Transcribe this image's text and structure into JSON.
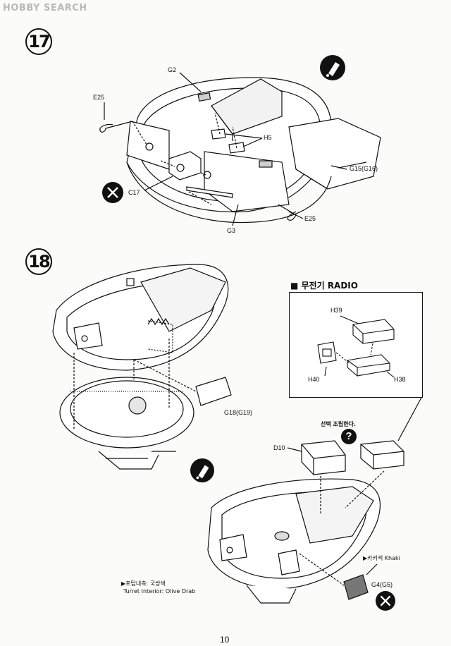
{
  "watermark": "HOBBY SEARCH",
  "step17": {
    "number": "17",
    "labels": {
      "g2": "G2",
      "e25_top": "E25",
      "h5": "H5",
      "g15": "G15(G16)",
      "c17": "C17",
      "e25_bottom": "E25",
      "g3": "G3"
    }
  },
  "step18": {
    "number": "18",
    "labels": {
      "g18": "G18(G19)",
      "d10": "D10",
      "g4": "G4(G5)"
    },
    "optional_note": "선택 조립한다.",
    "khaki_note": "▶카키색 Khaki",
    "interior_note_kr": "▶포탑내측: 국방색",
    "interior_note_en": "Turret Interior: Olive Drab"
  },
  "radio_inset": {
    "title": "■ 무전기 RADIO",
    "labels": {
      "h39": "H39",
      "h40": "H40",
      "h38": "H38"
    }
  },
  "page_number": "10"
}
